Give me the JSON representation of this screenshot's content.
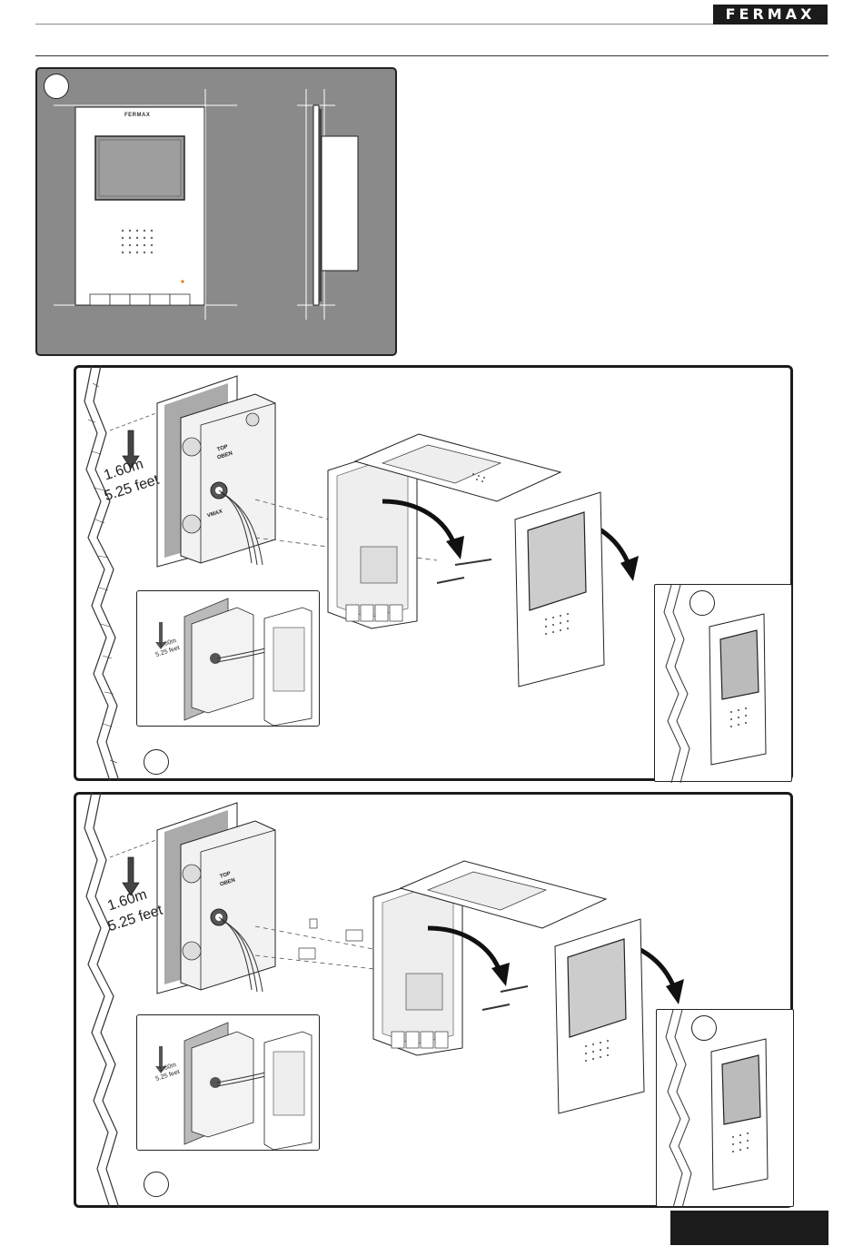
{
  "header": {
    "brand": "FERMAX"
  },
  "fig1": {
    "monitor_brand": "FERMAX"
  },
  "fig2": {
    "height_label_m": "1.60m",
    "height_label_ft": "5.25 feet",
    "box_label_top": "TOP",
    "box_label_oben": "OBEN",
    "box_label_vmax": "VMAX",
    "inset_height_m": "1.60m",
    "inset_height_ft": "5.25 feet"
  },
  "fig3": {
    "height_label_m": "1.60m",
    "height_label_ft": "5.25 feet",
    "box_label_top": "TOP",
    "box_label_oben": "OBEN",
    "inset_height_m": "1.60m",
    "inset_height_ft": "5.25 feet"
  },
  "colors": {
    "panel_gray": "#8a8a8a",
    "frame": "#1b1b1b",
    "led": "#e07b1a"
  }
}
